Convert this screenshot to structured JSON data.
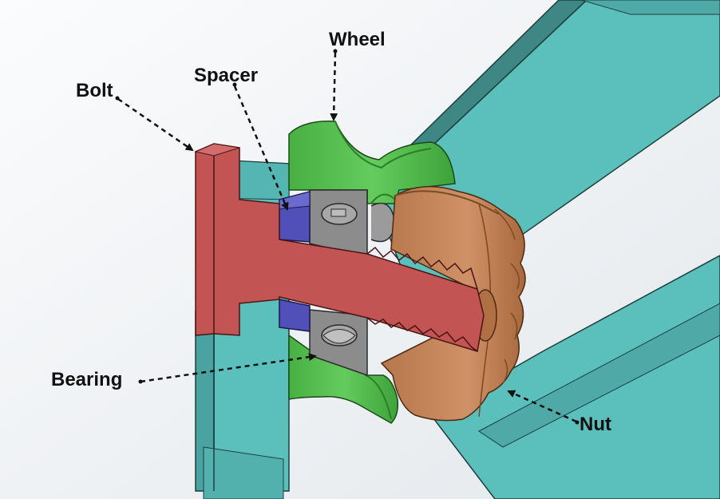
{
  "labels": {
    "wheel": "Wheel",
    "spacer": "Spacer",
    "bolt": "Bolt",
    "bearing": "Bearing",
    "nut": "Nut"
  },
  "colors": {
    "background": "#f2f4f6",
    "frame": "#5bbfbc",
    "frame_dark": "#3e8784",
    "bolt": "#c25454",
    "wheel": "#52c04d",
    "spacer": "#5050b8",
    "bearing": "#8c8c8c",
    "nut": "#c6875a"
  }
}
